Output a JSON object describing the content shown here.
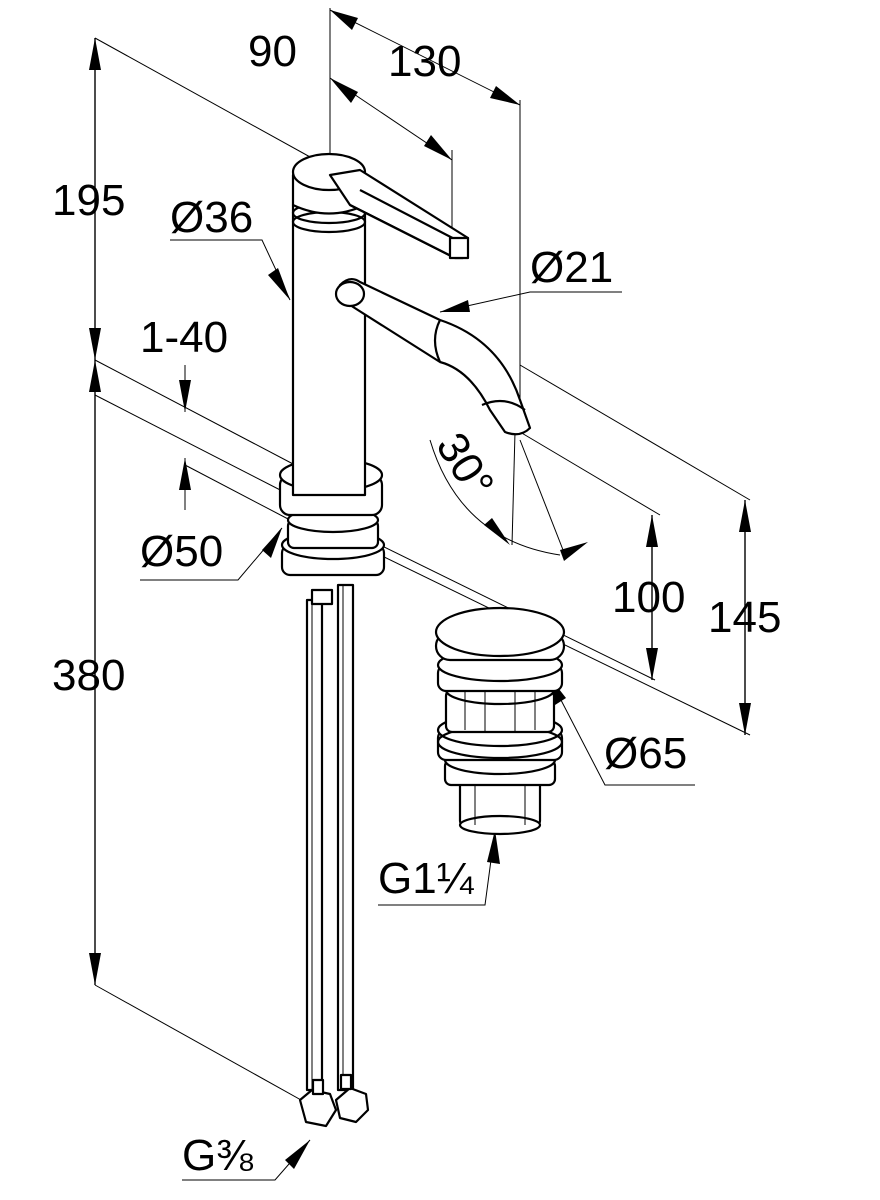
{
  "dimensions": {
    "lever_length": "90",
    "spout_reach": "130",
    "height_above_spout_level": "195",
    "body_diameter": "Ø36",
    "spout_diameter": "Ø21",
    "deck_thickness": "1-40",
    "rotation_angle": "30°",
    "base_diameter": "Ø50",
    "spout_height": "100",
    "overall_spout_height": "145",
    "below_deck_length": "380",
    "waste_diameter": "Ø65",
    "waste_thread": "G1¼",
    "supply_thread": "G⅜"
  }
}
